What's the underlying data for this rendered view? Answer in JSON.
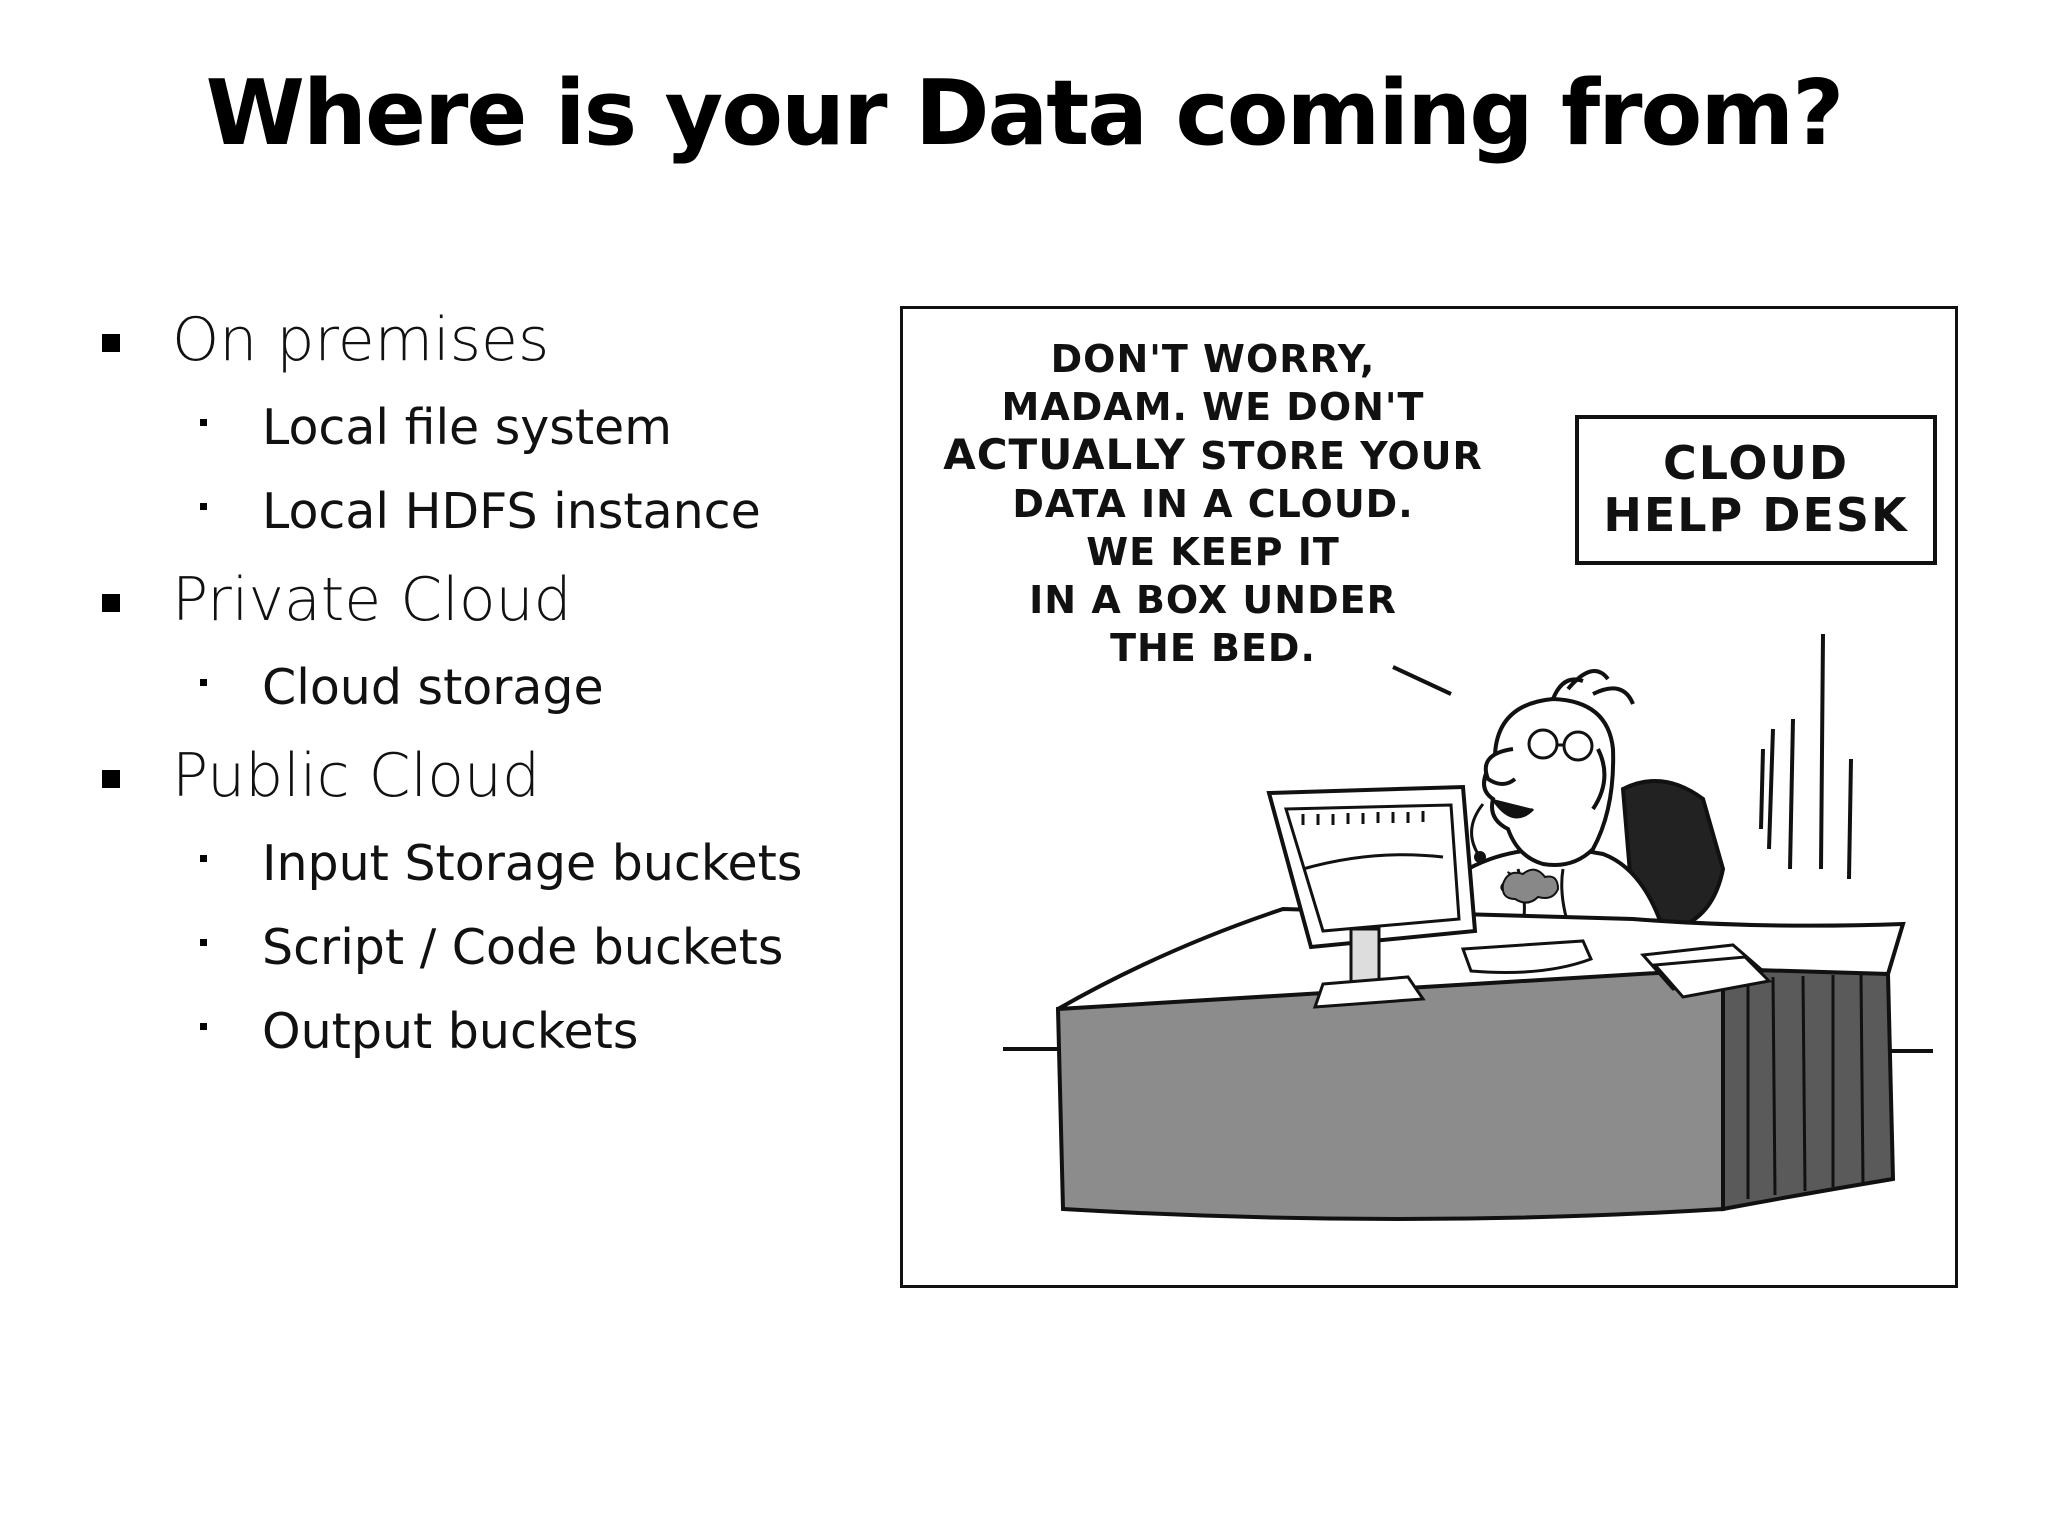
{
  "slide": {
    "title": "Where is your Data coming from?"
  },
  "bullets": [
    {
      "label": "On premises",
      "children": [
        {
          "label": "Local file system"
        },
        {
          "label": "Local HDFS instance"
        }
      ]
    },
    {
      "label": "Private Cloud",
      "children": [
        {
          "label": "Cloud storage"
        }
      ]
    },
    {
      "label": "Public Cloud",
      "children": [
        {
          "label": "Input Storage buckets"
        },
        {
          "label": "Script / Code buckets"
        },
        {
          "label": "Output buckets"
        }
      ]
    }
  ],
  "cartoon": {
    "speech_lines": [
      "DON'T WORRY,",
      "MADAM. WE DON'T",
      "ACTUALLY STORE YOUR",
      "DATA IN A CLOUD.",
      "WE KEEP IT",
      "IN A BOX UNDER",
      "THE BED."
    ],
    "speech_emphasis": "ACTUALLY",
    "speech_emphasis_rest": "STORE YOUR",
    "sign_lines": [
      "CLOUD",
      "HELP DESK"
    ]
  },
  "colors": {
    "text": "#111111",
    "background": "#ffffff",
    "desk_front": "#8c8c8c",
    "desk_side": "#5a5a5a"
  }
}
